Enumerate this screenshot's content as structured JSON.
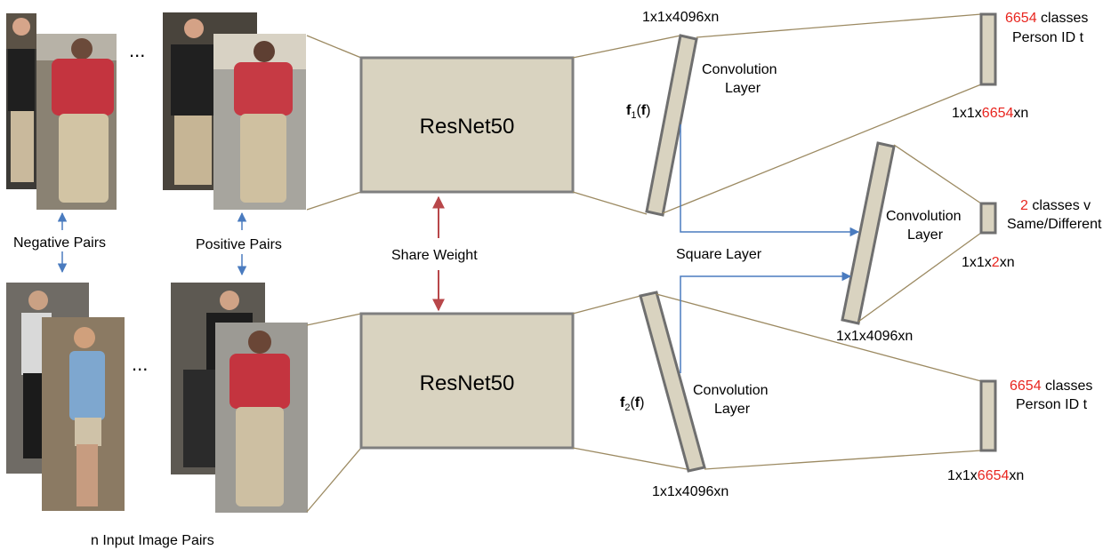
{
  "network": {
    "top_backbone": "ResNet50",
    "bottom_backbone": "ResNet50",
    "share_weight": "Share Weight",
    "square_layer": "Square Layer"
  },
  "inputs": {
    "negative_pairs": "Negative Pairs",
    "positive_pairs": "Positive Pairs",
    "ellipsis": "...",
    "caption": "n Input Image Pairs"
  },
  "features": {
    "f1_main": "f",
    "f1_sub": "1",
    "f1_open": "(",
    "f1_arg": "f",
    "f1_close": ")",
    "f2_main": "f",
    "f2_sub": "2",
    "f2_open": "(",
    "f2_arg": "f",
    "f2_close": ")",
    "top_conv_line1": "Convolution",
    "top_conv_line2": "Layer",
    "top_dim": "1x1x4096xn",
    "bottom_conv_line1": "Convolution",
    "bottom_conv_line2": "Layer",
    "bottom_dim": "1x1x4096xn"
  },
  "verification": {
    "conv_line1": "Convolution",
    "conv_line2": "Layer",
    "in_dim": "1x1x4096xn",
    "out_dim_prefix": "1x1x",
    "out_dim_num": "2",
    "out_dim_suffix": "xn",
    "classes_num": "2",
    "classes_rest": " classes v",
    "classes_line2": "Same/Different"
  },
  "identification_top": {
    "classes_num": "6654",
    "classes_rest": " classes",
    "line2": "Person ID t",
    "dim_prefix": "1x1x",
    "dim_num": "6654",
    "dim_suffix": "xn"
  },
  "identification_bottom": {
    "classes_num": "6654",
    "classes_rest": " classes",
    "line2": "Person ID t",
    "dim_prefix": "1x1x",
    "dim_num": "6654",
    "dim_suffix": "xn"
  },
  "colors": {
    "box_fill": "#d9d3c0",
    "connector": "#9c8a62",
    "blue_arrow": "#4a7bbf",
    "red_arrow": "#b8474a",
    "highlight_text": "#e8251f"
  }
}
